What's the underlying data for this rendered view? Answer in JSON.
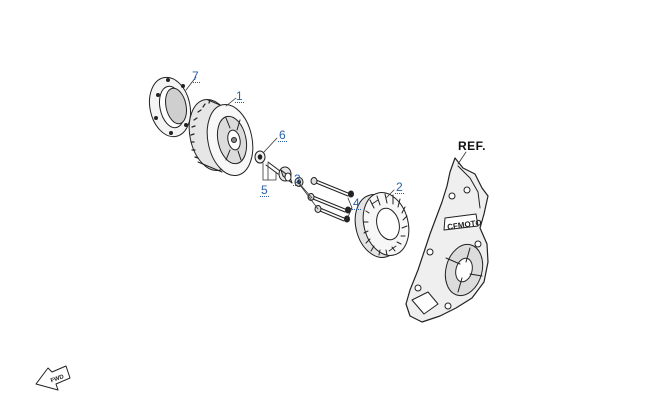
{
  "diagram": {
    "callouts": [
      {
        "id": "7",
        "label": "7"
      },
      {
        "id": "1",
        "label": "1"
      },
      {
        "id": "6",
        "label": "6"
      },
      {
        "id": "5",
        "label": "5"
      },
      {
        "id": "3",
        "label": "3"
      },
      {
        "id": "2",
        "label": "2"
      },
      {
        "id": "4",
        "label": "4"
      }
    ],
    "ref_label": "REF.",
    "cover_brand": "CFMOTO",
    "direction_label": "FWD"
  }
}
